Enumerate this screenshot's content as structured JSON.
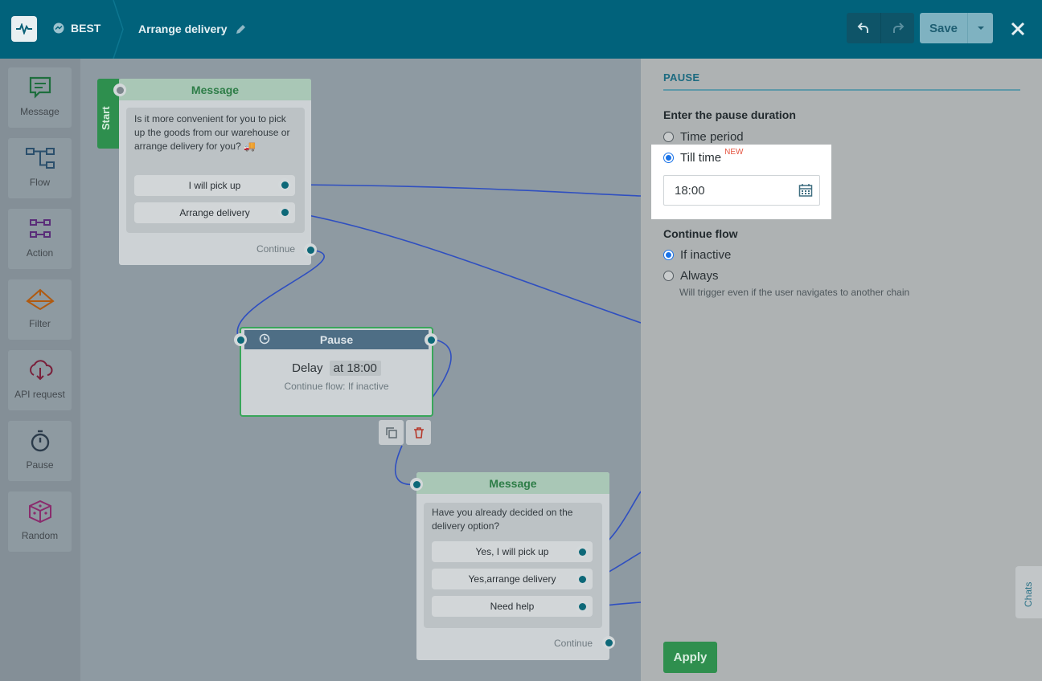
{
  "header": {
    "bot_name": "BEST",
    "flow_title": "Arrange delivery",
    "save_label": "Save"
  },
  "palette": {
    "items": [
      {
        "label": "Message",
        "icon": "message-icon"
      },
      {
        "label": "Flow",
        "icon": "flow-icon"
      },
      {
        "label": "Action",
        "icon": "action-icon"
      },
      {
        "label": "Filter",
        "icon": "filter-icon"
      },
      {
        "label": "API request",
        "icon": "api-request-icon"
      },
      {
        "label": "Pause",
        "icon": "pause-stopwatch-icon"
      },
      {
        "label": "Random",
        "icon": "dice-icon"
      }
    ]
  },
  "canvas": {
    "start_label": "Start",
    "node1": {
      "title": "Message",
      "text": "Is it more convenient for you to pick up the goods from our warehouse or arrange delivery for you? 🚚",
      "replies": [
        "I will pick up",
        "Arrange delivery"
      ],
      "continue": "Continue"
    },
    "pause_node": {
      "title": "Pause",
      "delay_label": "Delay",
      "delay_value": "at 18:00",
      "sub": "Continue flow: If inactive"
    },
    "node2": {
      "title": "Message",
      "text": "Have you already decided on the delivery option?",
      "replies": [
        "Yes, I will pick up",
        "Yes,arrange delivery",
        "Need help"
      ],
      "continue": "Continue"
    }
  },
  "panel": {
    "heading": "PAUSE",
    "duration_title": "Enter the pause duration",
    "option_time_period": "Time period",
    "option_till_time": "Till time",
    "new_badge": "NEW",
    "time_value": "18:00",
    "continue_title": "Continue flow",
    "option_if_inactive": "If inactive",
    "option_always": "Always",
    "always_hint": "Will trigger even if the user navigates to another chain",
    "apply_label": "Apply",
    "chats_label": "Chats"
  }
}
